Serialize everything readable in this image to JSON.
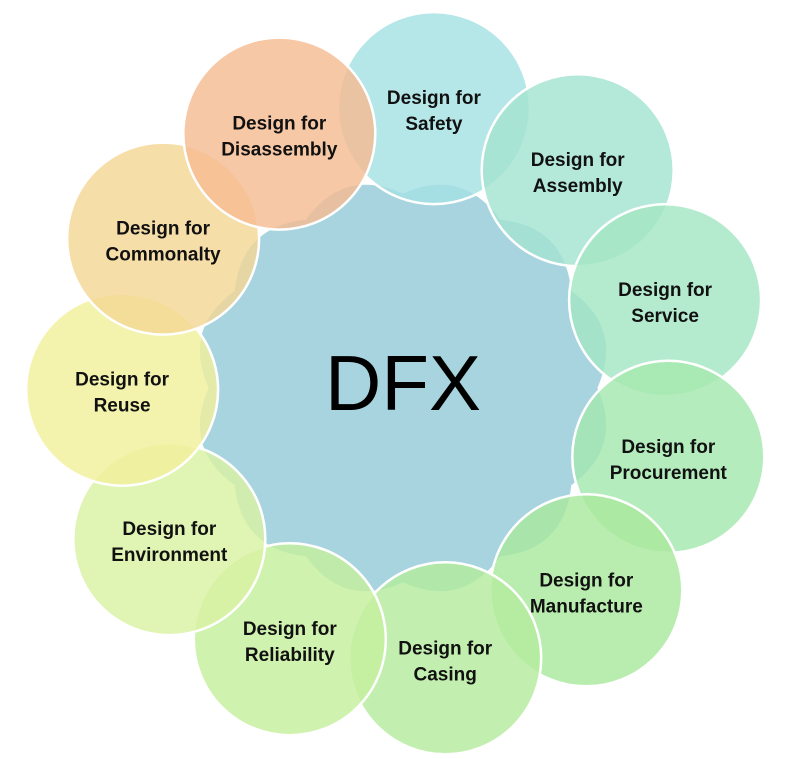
{
  "center": {
    "label": "DFX",
    "color": "#a8d4e0"
  },
  "items": [
    {
      "line1": "Design for",
      "line2": "Safety",
      "color": "#a5e0e3"
    },
    {
      "line1": "Design for",
      "line2": "Assembly",
      "color": "#a4e3d0"
    },
    {
      "line1": "Design for",
      "line2": "Service",
      "color": "#a3e6c3"
    },
    {
      "line1": "Design for",
      "line2": "Procurement",
      "color": "#a5e8ae"
    },
    {
      "line1": "Design for",
      "line2": "Manufacture",
      "color": "#a9e89e"
    },
    {
      "line1": "Design for",
      "line2": "Casing",
      "color": "#b4ec9e"
    },
    {
      "line1": "Design for",
      "line2": "Reliability",
      "color": "#c6ef9e"
    },
    {
      "line1": "Design for",
      "line2": "Environment",
      "color": "#d9f1a2"
    },
    {
      "line1": "Design for",
      "line2": "Reuse",
      "color": "#f1f09c"
    },
    {
      "line1": "Design for",
      "line2": "Commonalty",
      "color": "#f4d795"
    },
    {
      "line1": "Design for",
      "line2": "Disassembly",
      "color": "#f5bc93"
    }
  ]
}
